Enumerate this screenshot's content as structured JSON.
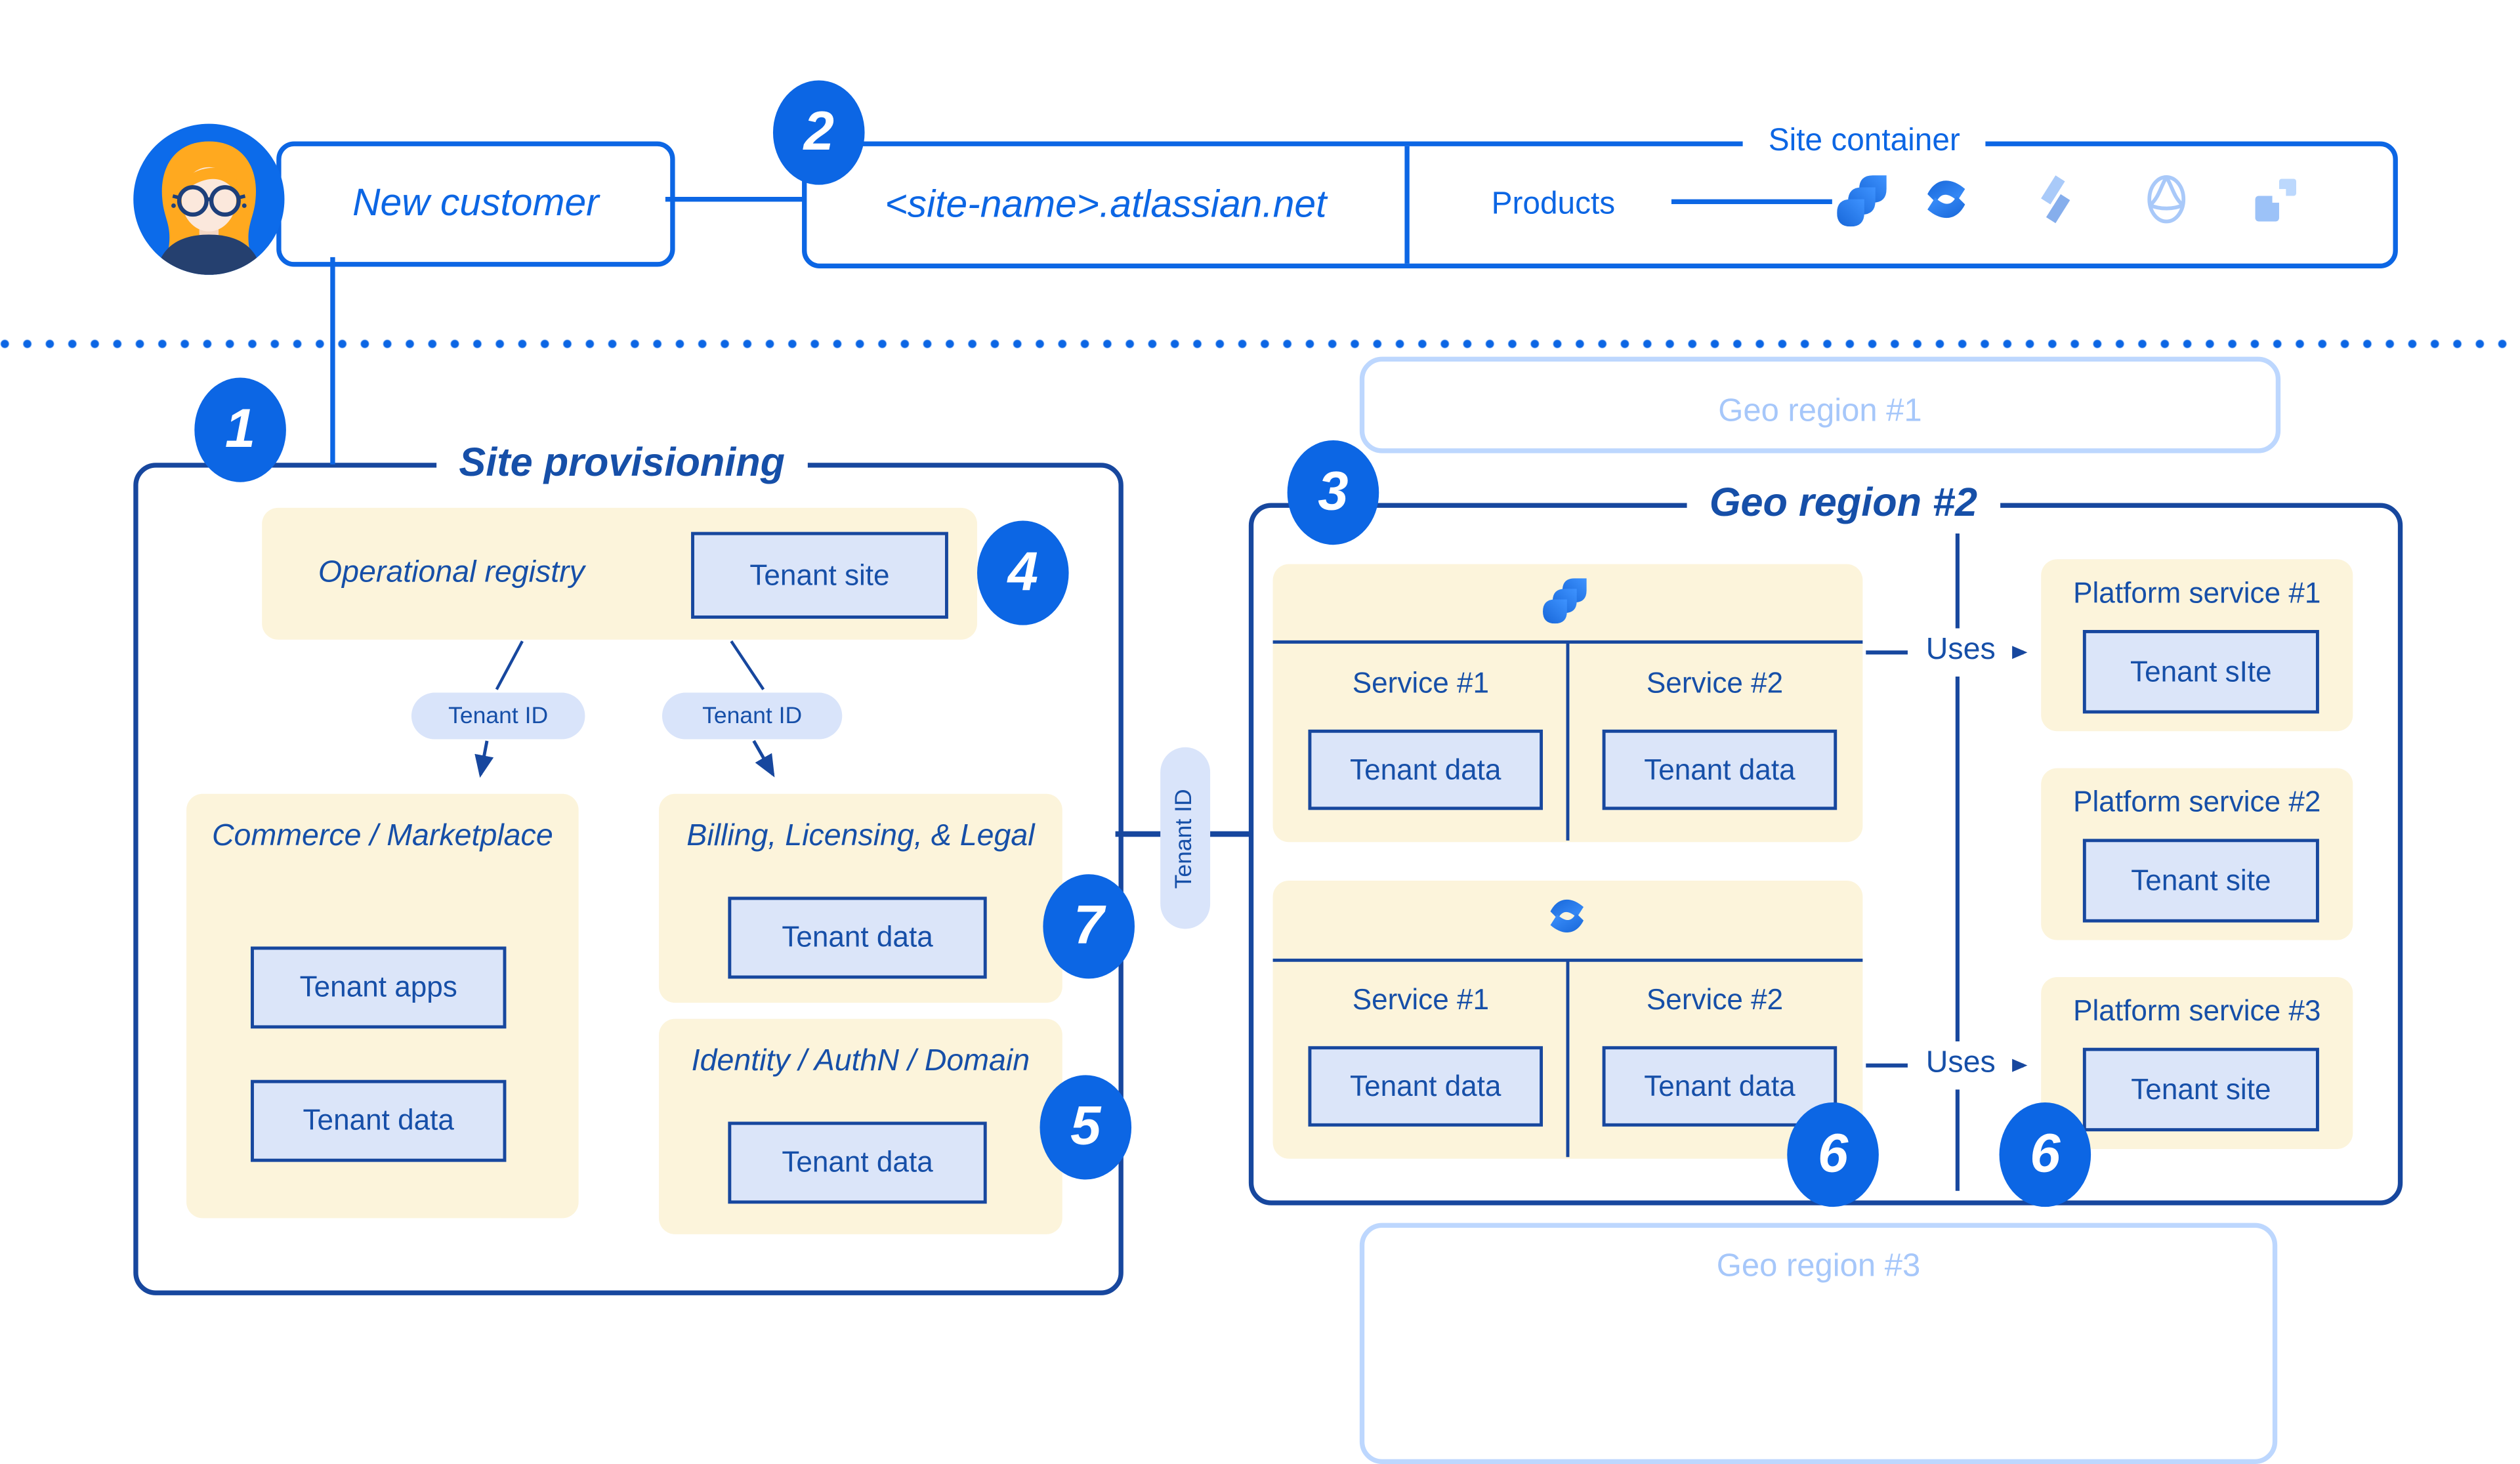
{
  "header": {
    "new_customer_label": "New customer",
    "site_name": "<site-name>.atlassian.net",
    "site_container_label": "Site container",
    "products_label": "Products",
    "product_icons": [
      "jira-icon",
      "confluence-icon",
      "bolt-icon",
      "sphere-icon",
      "pixel-squares-icon"
    ]
  },
  "badges": {
    "b1": "1",
    "b2": "2",
    "b3": "3",
    "b4": "4",
    "b5": "5",
    "b6a": "6",
    "b6b": "6",
    "b7": "7"
  },
  "site_provisioning": {
    "title": "Site provisioning",
    "operational_registry": {
      "title": "Operational registry",
      "tenant_site": "Tenant site"
    },
    "tenant_id_left": "Tenant ID",
    "tenant_id_right": "Tenant ID",
    "commerce": {
      "title": "Commerce / Marketplace",
      "tenant_apps": "Tenant apps",
      "tenant_data": "Tenant data"
    },
    "billing": {
      "title": "Billing, Licensing, & Legal",
      "tenant_data": "Tenant data"
    },
    "identity": {
      "title": "Identity / AuthN / Domain",
      "tenant_data": "Tenant data"
    }
  },
  "connector": {
    "tenant_id_vertical": "Tenant ID"
  },
  "geo_region_1": {
    "title": "Geo region #1"
  },
  "geo_region_2": {
    "title": "Geo region #2",
    "uses_top": "Uses",
    "uses_bottom": "Uses",
    "jira_cluster": {
      "icon": "jira-icon",
      "services": [
        {
          "name": "Service #1",
          "tenant_data": "Tenant data"
        },
        {
          "name": "Service #2",
          "tenant_data": "Tenant data"
        }
      ]
    },
    "confluence_cluster": {
      "icon": "confluence-icon",
      "services": [
        {
          "name": "Service #1",
          "tenant_data": "Tenant data"
        },
        {
          "name": "Service #2",
          "tenant_data": "Tenant data"
        }
      ]
    },
    "platform_services": [
      {
        "title": "Platform service #1",
        "tenant_box": "Tenant sIte"
      },
      {
        "title": "Platform service #2",
        "tenant_box": "Tenant site"
      },
      {
        "title": "Platform service #3",
        "tenant_box": "Tenant site"
      }
    ]
  },
  "geo_region_3": {
    "title": "Geo region #3"
  },
  "colors": {
    "bright_blue": "#0C66E4",
    "dark_navy": "#17479E",
    "royal_text": "#164FA8",
    "cream": "#FCF4DB",
    "light_blue_fill": "#DBE5F9",
    "pill_fill": "#D9E4FA",
    "faded_border": "#BDD7FE",
    "faded_text": "#A6C7FA"
  }
}
